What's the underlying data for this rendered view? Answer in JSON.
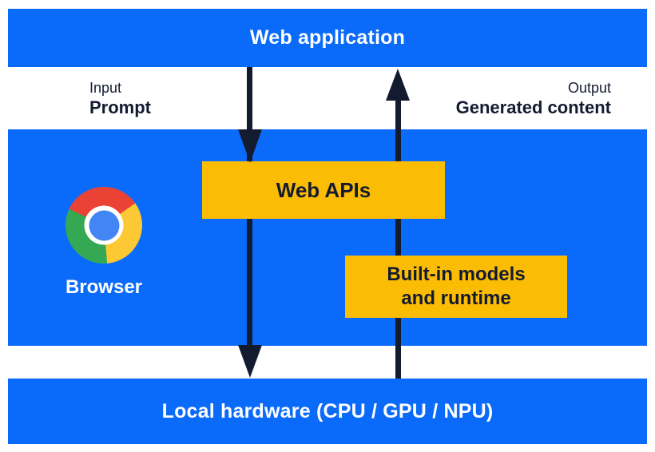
{
  "colors": {
    "blue": "#0a6bfa",
    "yellow": "#fbbc04",
    "navy": "#131b30",
    "white": "#ffffff",
    "chrome_red": "#ea4335",
    "chrome_yellow": "#fcc934",
    "chrome_green": "#34a853",
    "chrome_blue": "#4285f4"
  },
  "icons": {
    "browser_logo": "chrome-icon"
  },
  "top_bar": {
    "label": "Web application"
  },
  "io": {
    "input_caption": "Input",
    "input_label": "Prompt",
    "output_caption": "Output",
    "output_label": "Generated content"
  },
  "browser_panel": {
    "browser_label": "Browser",
    "web_apis_label": "Web APIs",
    "builtin_line1": "Built-in models",
    "builtin_line2": "and runtime"
  },
  "bottom_bar": {
    "label": "Local hardware (CPU / GPU / NPU)"
  }
}
